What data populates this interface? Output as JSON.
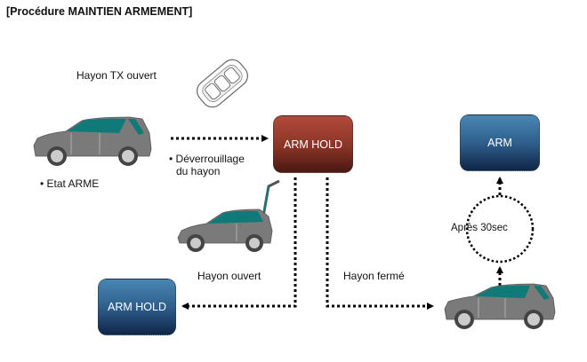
{
  "title": "[Procédure MAINTIEN ARMEMENT]",
  "labels": {
    "hayon_tx_ouvert": "Hayon TX ouvert",
    "etat_arme": "• Etat ARME",
    "deverrouillage_line1": "• Déverrouillage",
    "deverrouillage_line2": "du hayon",
    "hayon_ouvert": "Hayon ouvert",
    "hayon_ferme": "Hayon fermé",
    "apres_30sec": "Après 30sec"
  },
  "nodes": {
    "arm_hold_top": {
      "label": "ARM HOLD",
      "color": "#8a3326"
    },
    "arm": {
      "label": "ARM",
      "color": "#2f5f8c"
    },
    "arm_hold_bottom": {
      "label": "ARM HOLD",
      "color": "#2f5f8c"
    }
  },
  "icons": {
    "car_closed": "car-icon",
    "car_open_tailgate": "car-open-tailgate-icon",
    "key_fob": "key-fob-icon"
  },
  "colors": {
    "car_body": "#7a7a7a",
    "car_glass": "#0f7a78"
  }
}
